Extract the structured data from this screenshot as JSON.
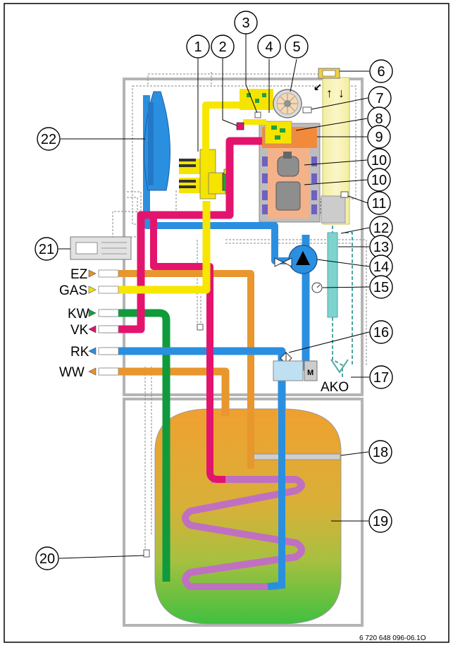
{
  "callouts": [
    "1",
    "2",
    "3",
    "4",
    "5",
    "6",
    "7",
    "8",
    "9",
    "10",
    "10",
    "11",
    "12",
    "13",
    "14",
    "15",
    "16",
    "17",
    "18",
    "19",
    "20",
    "21",
    "22"
  ],
  "connections": [
    {
      "label": "EZ",
      "color": "#e8902a"
    },
    {
      "label": "GAS",
      "color": "#f2e200"
    },
    {
      "label": "KW",
      "color": "#10a040"
    },
    {
      "label": "VK",
      "color": "#e0106a"
    },
    {
      "label": "RK",
      "color": "#2c8ee0"
    },
    {
      "label": "WW",
      "color": "#e8902a"
    }
  ],
  "ako_label": "AKO",
  "ref_code": "6 720 648 096-06.1O",
  "pipe_colors": {
    "gas": "#f7e600",
    "flow": "#e3146e",
    "return": "#2b8fe0",
    "cold_water": "#109a3c",
    "hot_water": "#e8962e",
    "condensate": "#7ed3cf"
  },
  "tank_gradient": [
    "#f0a030",
    "#c0c040",
    "#40c040"
  ]
}
